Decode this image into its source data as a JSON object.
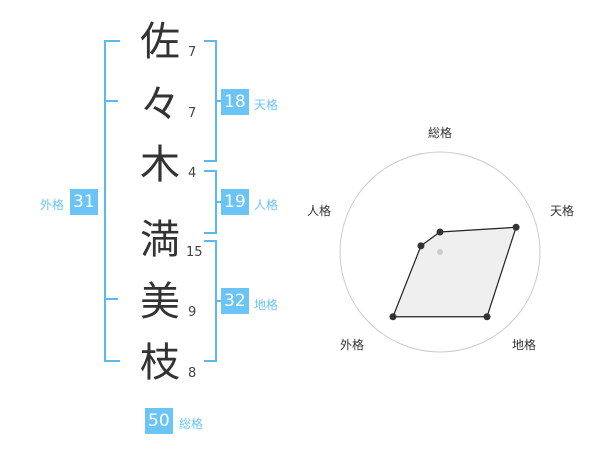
{
  "name_chars": [
    {
      "char": "佐",
      "strokes": "7"
    },
    {
      "char": "々",
      "strokes": "7"
    },
    {
      "char": "木",
      "strokes": "4"
    },
    {
      "char": "満",
      "strokes": "15"
    },
    {
      "char": "美",
      "strokes": "9"
    },
    {
      "char": "枝",
      "strokes": "8"
    }
  ],
  "fortunes": {
    "tenkaku": {
      "label": "天格",
      "value": "18"
    },
    "jinkaku": {
      "label": "人格",
      "value": "19"
    },
    "chikaku": {
      "label": "地格",
      "value": "32"
    },
    "gaikaku": {
      "label": "外格",
      "value": "31"
    },
    "soukaku": {
      "label": "総格",
      "value": "50"
    }
  },
  "radar": {
    "axes": [
      "総格",
      "天格",
      "地格",
      "外格",
      "人格"
    ],
    "levels": [
      1,
      4,
      4,
      4,
      1
    ],
    "max_level": 5,
    "fill_color": "#ececec",
    "line_color": "#222222",
    "ring_color": "#cccccc"
  },
  "colors": {
    "accent": "#6ac4f5"
  }
}
